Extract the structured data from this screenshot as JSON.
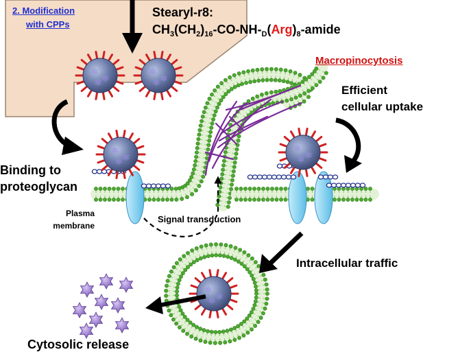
{
  "step_heading": {
    "number": "2.",
    "title_line1": "Modification",
    "title_line2": "with CPPs"
  },
  "compound": {
    "name": "Stearyl-r8:",
    "formula_parts": {
      "p1": "CH",
      "s1": "3",
      "p2": "(CH",
      "s2": "2",
      "p3": ")",
      "s3": "16",
      "p4": "-CO-NH-",
      "s4": "D",
      "p5": "(",
      "arg": "Arg",
      "p6": ")",
      "s5": "8",
      "p7": "-amide"
    }
  },
  "labels": {
    "macropinocytosis": "Macropinocytosis",
    "uptake_line1": "Efficient",
    "uptake_line2": "cellular uptake",
    "binding_line1": "Binding to",
    "binding_line2": "proteoglycan",
    "membrane_line1": "Plasma",
    "membrane_line2": "membrane",
    "signal": "Signal transduction",
    "traffic": "Intracellular traffic",
    "release": "Cytosolic release"
  },
  "colors": {
    "panel": "#f5dcc6",
    "panel_border": "#9a8470",
    "particle": "#6a7aa8",
    "spike": "#d02020",
    "membrane_head": "#4caa30",
    "membrane_fill": "#e3f1d6",
    "receptor": "#8fd3f0",
    "actin": "#7a2a9a",
    "star": "#9a7ad0",
    "link_blue": "#1f2fd0",
    "accent_red": "#d01010"
  }
}
